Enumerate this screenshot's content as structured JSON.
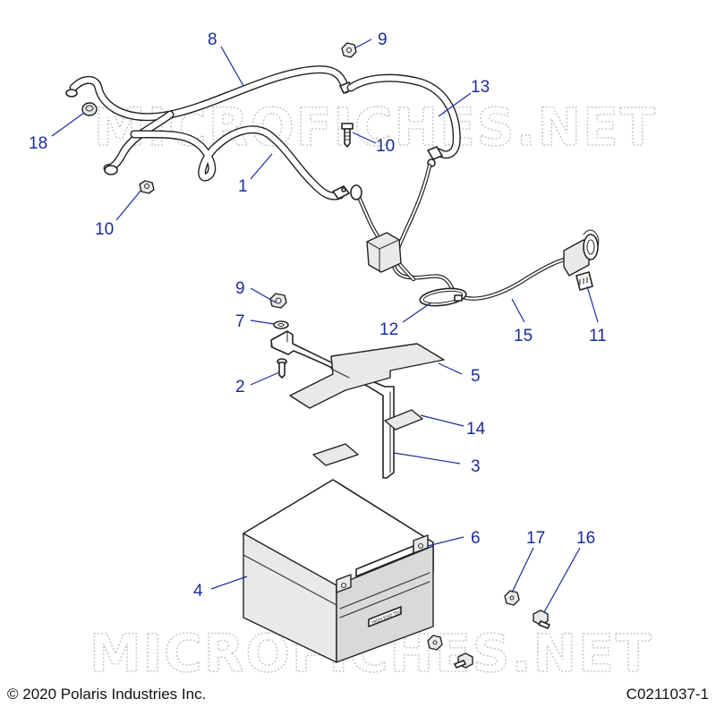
{
  "diagram": {
    "watermarks": [
      "MICROFICHES.NET",
      "MICROFICHES.NET"
    ],
    "callouts": [
      {
        "id": "c1",
        "label": "1"
      },
      {
        "id": "c2",
        "label": "2"
      },
      {
        "id": "c3",
        "label": "3"
      },
      {
        "id": "c4",
        "label": "4"
      },
      {
        "id": "c5",
        "label": "5"
      },
      {
        "id": "c6",
        "label": "6"
      },
      {
        "id": "c7",
        "label": "7"
      },
      {
        "id": "c8",
        "label": "8"
      },
      {
        "id": "c9a",
        "label": "9"
      },
      {
        "id": "c9b",
        "label": "9"
      },
      {
        "id": "c10",
        "label": "10"
      },
      {
        "id": "c11",
        "label": "11"
      },
      {
        "id": "c12",
        "label": "12"
      },
      {
        "id": "c13",
        "label": "13"
      },
      {
        "id": "c14",
        "label": "14"
      },
      {
        "id": "c15",
        "label": "15"
      },
      {
        "id": "c16",
        "label": "16"
      },
      {
        "id": "c17",
        "label": "17"
      },
      {
        "id": "c18",
        "label": "18"
      },
      {
        "id": "c19",
        "label": "19"
      }
    ],
    "battery_label": "HIGH END TEC",
    "callout_color": "#1b2b9c"
  },
  "footer": {
    "copyright": "© 2020 Polaris Industries Inc.",
    "code": "C0211037-1"
  }
}
